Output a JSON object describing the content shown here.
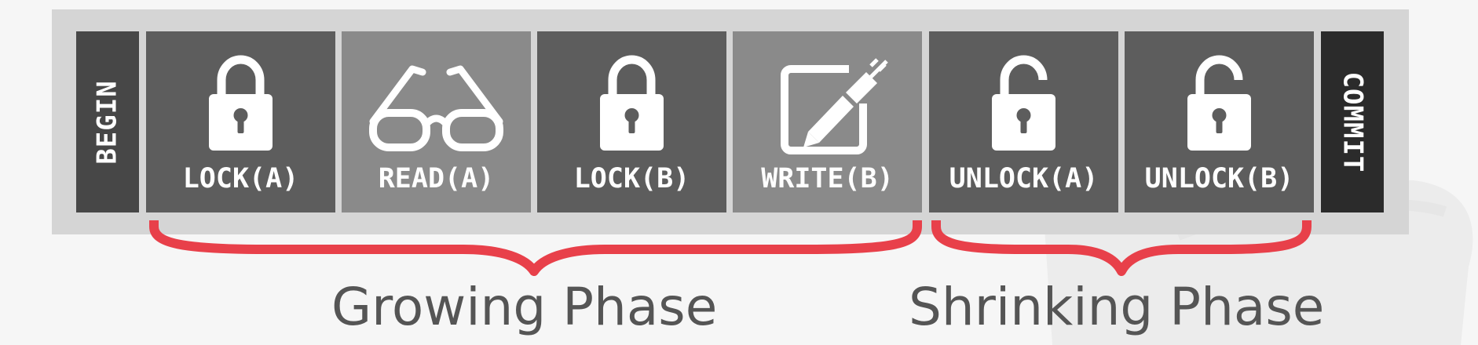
{
  "transaction": {
    "begin": "BEGIN",
    "commit": "COMMIT",
    "steps": [
      {
        "label": "LOCK(A)",
        "icon": "lock-closed-icon"
      },
      {
        "label": "READ(A)",
        "icon": "glasses-icon"
      },
      {
        "label": "LOCK(B)",
        "icon": "lock-closed-icon"
      },
      {
        "label": "WRITE(B)",
        "icon": "pencil-edit-icon"
      },
      {
        "label": "UNLOCK(A)",
        "icon": "lock-open-icon"
      },
      {
        "label": "UNLOCK(B)",
        "icon": "lock-open-icon"
      }
    ]
  },
  "phases": {
    "growing": "Growing Phase",
    "shrinking": "Shrinking Phase"
  },
  "colors": {
    "brace": "#e8404a",
    "dark_box": "#5d5d5d",
    "light_box": "#8a8a8a",
    "begin_box": "#474747",
    "commit_box": "#2b2b2b"
  }
}
